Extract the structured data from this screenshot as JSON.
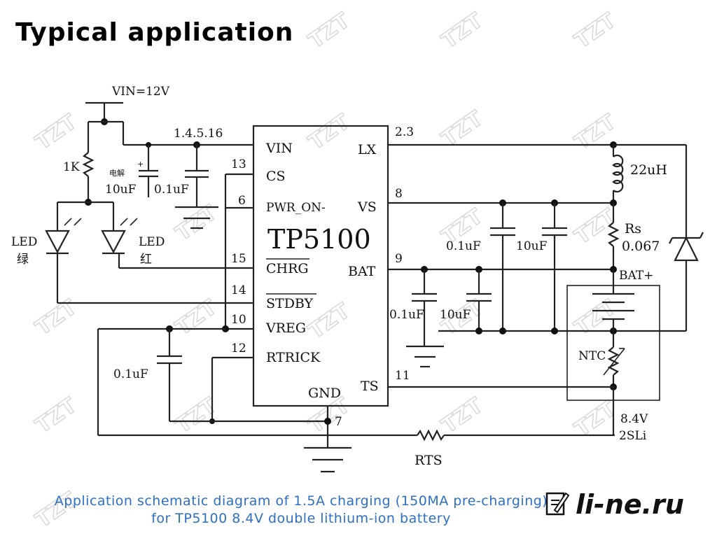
{
  "title": "Typical application",
  "watermark_text": "TZT",
  "chip": {
    "name": "TP5100",
    "pins_left": [
      "VIN",
      "CS",
      "PWR_ON-",
      "CHRG",
      "STDBY",
      "VREG",
      "RTRICK"
    ],
    "pins_right": [
      "LX",
      "VS",
      "BAT",
      "TS"
    ],
    "gnd": "GND",
    "pin_numbers": {
      "vin": "1.4.5.16",
      "cs": "13",
      "pwr_on": "6",
      "chrg": "15",
      "stdby": "14",
      "vreg": "10",
      "rtrick": "12",
      "lx": "2.3",
      "vs": "8",
      "bat": "9",
      "ts": "11",
      "gnd": "7"
    }
  },
  "labels": {
    "vin_supply": "VIN=12V",
    "r_1k": "1K",
    "electrolytic_cn": "电解",
    "plus": "+",
    "c_10uf_in": "10uF",
    "c_01uf_in": "0.1uF",
    "led_left": "LED",
    "led_left_cn": "绿",
    "led_right": "LED",
    "led_right_cn": "红",
    "inductor": "22uH",
    "rs": "Rs",
    "rs_value": "0.067",
    "bat_plus": "BAT+",
    "c_vs_01uf": "0.1uF",
    "c_vs_10uf": "10uF",
    "c_bat_01uf": "0.1uF",
    "c_bat_10uf": "10uF",
    "c_vreg_01uf": "0.1uF",
    "ntc": "NTC",
    "battery_voltage": "8.4V",
    "battery_type": "2SLi",
    "rts": "RTS"
  },
  "caption": {
    "line1": "Application schematic diagram of 1.5A charging (150MA pre-charging)",
    "line2": "for TP5100 8.4V double lithium-ion battery"
  },
  "brand": "li-ne.ru"
}
